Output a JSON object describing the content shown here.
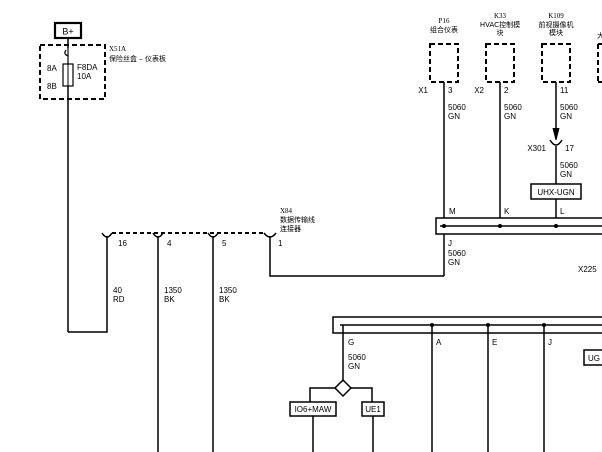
{
  "power": {
    "label": "B+"
  },
  "fuse_block": {
    "id": "X51A",
    "name": "保险丝盒 – 仪表板",
    "fuse_name": "F8DA",
    "fuse_rating": "10A",
    "pin_top": "8A",
    "pin_bottom": "8B"
  },
  "modules": [
    {
      "id": "P16",
      "name": "组合仪表",
      "conn": "X1",
      "pin": "3"
    },
    {
      "id": "K33",
      "name": "HVAC控制模块",
      "conn": "X2",
      "pin": "2"
    },
    {
      "id": "K109",
      "name": "前视摄像机模块",
      "conn": "",
      "pin": "11"
    },
    {
      "id": "",
      "name": "大",
      "conn": "",
      "pin": ""
    }
  ],
  "wires": [
    {
      "circuit": "5060",
      "color": "GN"
    },
    {
      "circuit": "5060",
      "color": "GN"
    },
    {
      "circuit": "5060",
      "color": "GN"
    },
    {
      "circuit": "5060",
      "color": "GN"
    },
    {
      "circuit": "5060",
      "color": "GN"
    },
    {
      "circuit": "5060",
      "color": "GN"
    },
    {
      "circuit": "40",
      "color": "RD"
    },
    {
      "circuit": "1350",
      "color": "BK"
    },
    {
      "circuit": "1350",
      "color": "BK"
    }
  ],
  "inline_conn": {
    "id": "X301",
    "pin": "17"
  },
  "option_box": {
    "label": "UHX-UGN"
  },
  "splice_upper": {
    "pins": [
      "M",
      "K",
      "L",
      "J"
    ]
  },
  "splice_id": "X225",
  "splice_lower": {
    "pins": [
      "G",
      "A",
      "E",
      "J"
    ],
    "option_box": "UG"
  },
  "dlc": {
    "id": "X84",
    "name": "数据传输线连接器",
    "pins": [
      "16",
      "4",
      "5",
      "1"
    ]
  },
  "options": [
    "IO6+MAW",
    "UE1"
  ]
}
